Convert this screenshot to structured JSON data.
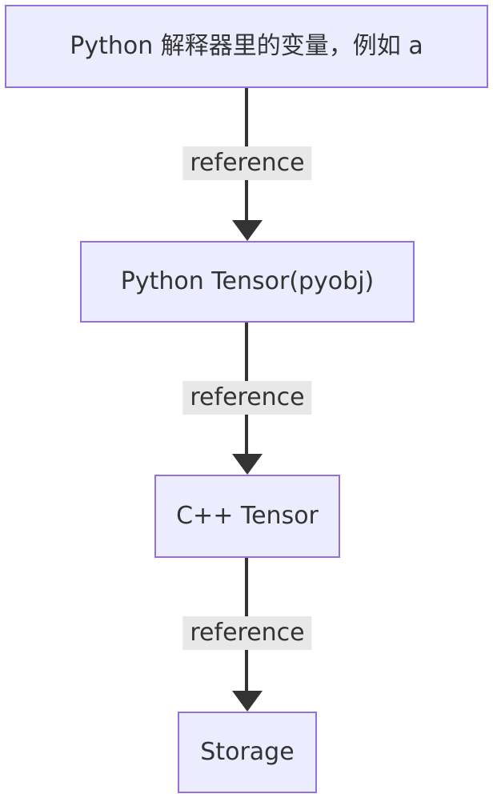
{
  "diagram": {
    "type": "flowchart",
    "direction": "top-down",
    "nodes": [
      {
        "label": "Python 解释器里的变量，例如 a"
      },
      {
        "label": "Python Tensor(pyobj)"
      },
      {
        "label": "C++ Tensor"
      },
      {
        "label": "Storage"
      }
    ],
    "edges": [
      {
        "from": 0,
        "to": 1,
        "label": "reference"
      },
      {
        "from": 1,
        "to": 2,
        "label": "reference"
      },
      {
        "from": 2,
        "to": 3,
        "label": "reference"
      }
    ]
  },
  "theme": {
    "node_fill": "#ECECFF",
    "node_border": "#9370DB",
    "node_text": "#333333",
    "edge_color": "#333333",
    "edge_label_bg": "#e8e8e8",
    "edge_label_text": "#333333",
    "background": "#ffffff"
  }
}
